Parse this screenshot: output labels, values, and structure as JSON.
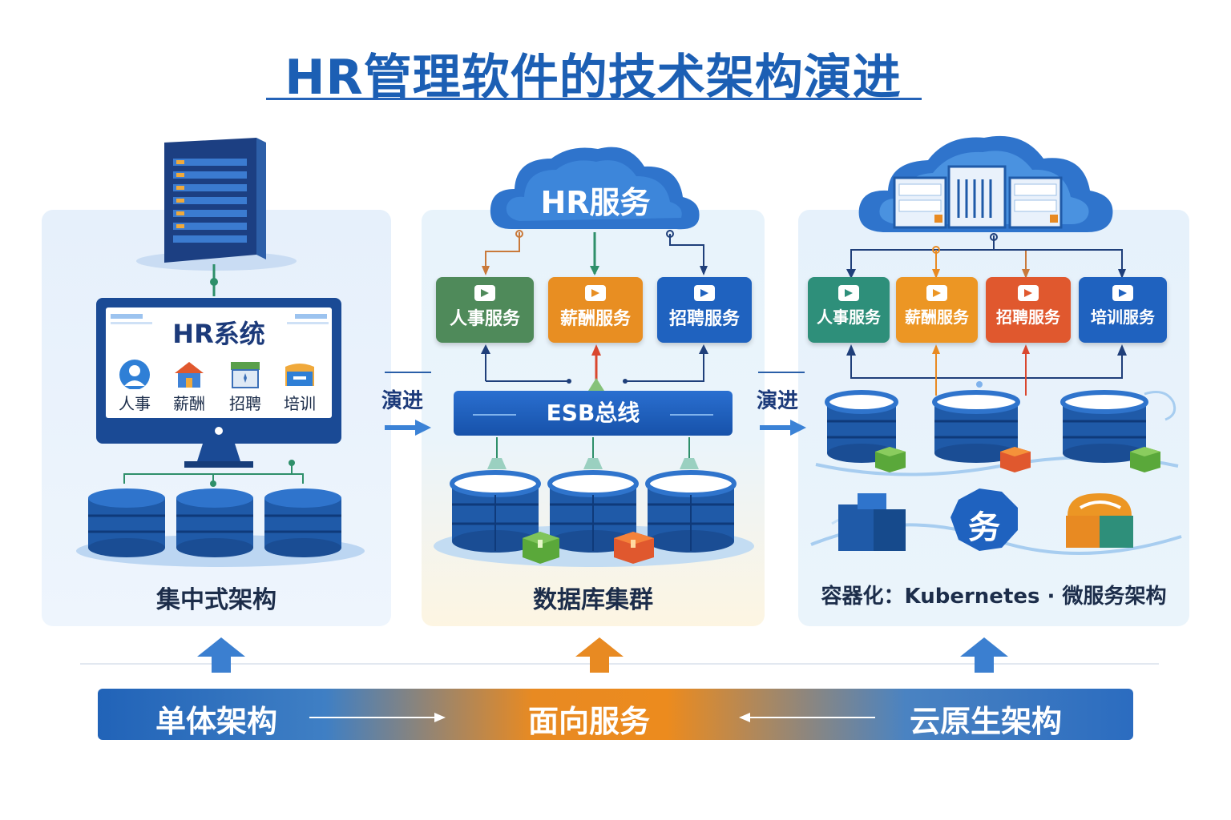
{
  "title": "HR管理软件的技术架构演进",
  "stages": [
    {
      "label": "集中式架构",
      "monitor_title": "HR系统",
      "modules": [
        {
          "label": "人事",
          "icon": "user-icon"
        },
        {
          "label": "薪酬",
          "icon": "house-icon"
        },
        {
          "label": "招聘",
          "icon": "shop-icon"
        },
        {
          "label": "培训",
          "icon": "folder-icon"
        }
      ]
    },
    {
      "label": "数据库集群",
      "cloud_label": "HR服务",
      "services": [
        {
          "label": "人事服务",
          "color": "#4f8a5a"
        },
        {
          "label": "薪酬服务",
          "color": "#e88e22"
        },
        {
          "label": "招聘服务",
          "color": "#1f62bf"
        }
      ],
      "esb_label": "ESB总线"
    },
    {
      "label": "容器化：Kubernetes · 微服务架构",
      "services": [
        {
          "label": "人事服务",
          "color": "#2e8f7a"
        },
        {
          "label": "薪酬服务",
          "color": "#ec9624"
        },
        {
          "label": "招聘服务",
          "color": "#e0582e"
        },
        {
          "label": "培训服务",
          "color": "#1f62bf"
        }
      ],
      "service_badge": "务"
    }
  ],
  "evolve_labels": [
    "演进",
    "演进"
  ],
  "bottom_bar": {
    "left": "单体架构",
    "middle": "面向服务",
    "right": "云原生架构"
  },
  "colors": {
    "title": "#1c5fb4",
    "primary_blue": "#1a4a95",
    "orange": "#e88a22",
    "green": "#4f8a5a",
    "red": "#e0582e"
  }
}
